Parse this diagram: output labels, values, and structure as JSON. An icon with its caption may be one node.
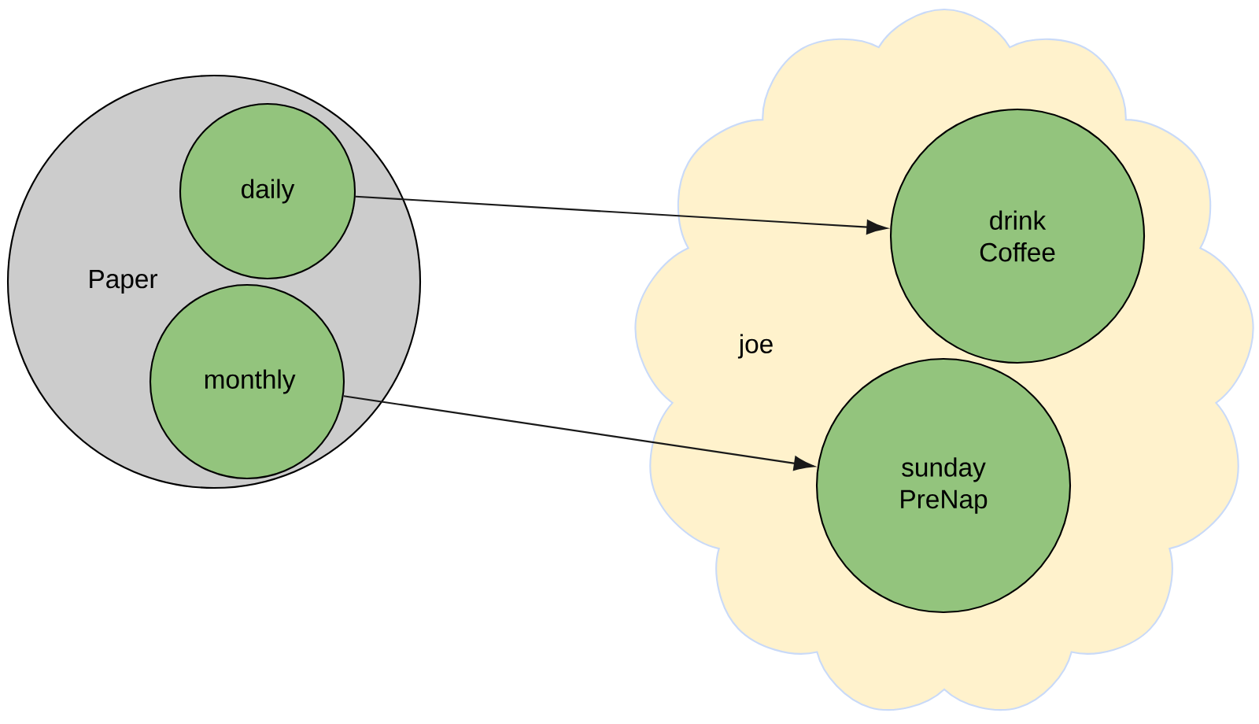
{
  "diagram": {
    "nodes": [
      {
        "text": [
          "Paper"
        ]
      },
      {
        "text": [
          "daily"
        ],
        "in": 0
      },
      {
        "text": [
          "monthly"
        ],
        "in": 0
      },
      {
        "text": [
          "joe"
        ]
      },
      {
        "text": [
          "drink Coffee"
        ],
        "in": 3
      },
      {
        "text": [
          "sunday PreNap"
        ],
        "in": 3
      }
    ],
    "edges": [
      {
        "from": 1,
        "to": 4,
        "arrow": "to"
      },
      {
        "from": 2,
        "to": 5,
        "arrow": "to"
      }
    ]
  }
}
